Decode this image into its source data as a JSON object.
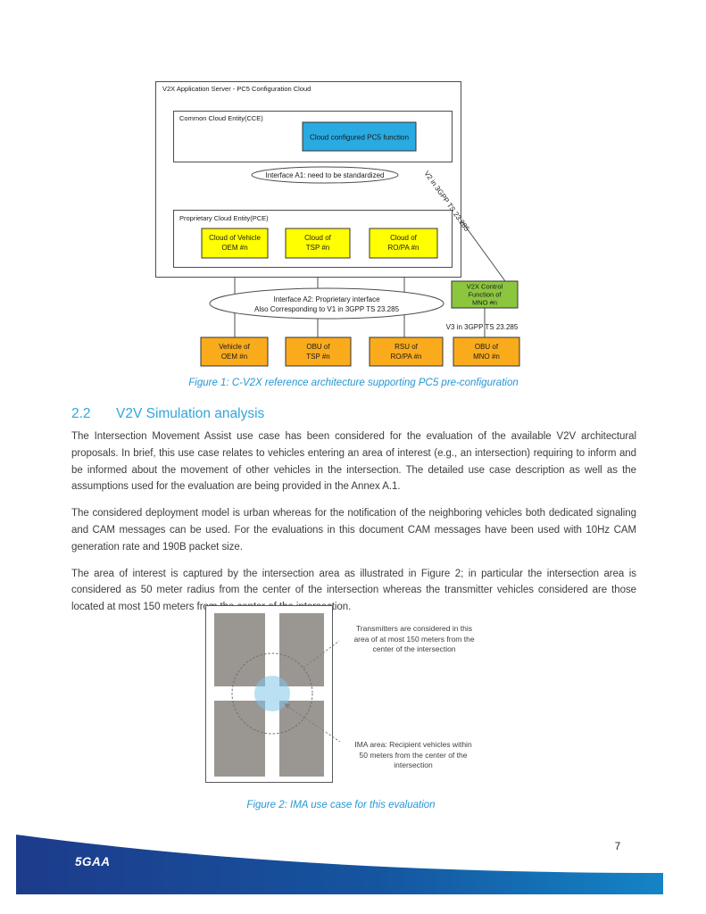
{
  "figure1": {
    "outer_label": "V2X Application Server - PC5 Configuration Cloud",
    "cce_label": "Common Cloud Entity(CCE)",
    "pce_label": "Proprietary Cloud Entity(PCE)",
    "pc5_function_label": "Cloud configured PC5 function",
    "interface_a1": "Interface A1: need to be standardized",
    "interface_a2_line1": "Interface A2: Proprietary interface",
    "interface_a2_line2": "Also Corresponding to V1 in 3GPP TS 23.285",
    "v2_label": "V2 in 3GPP TS 23.285",
    "v3_label": "V3 in 3GPP TS 23.285",
    "cloud_boxes": [
      {
        "line1": "Cloud of Vehicle",
        "line2": "OEM #n"
      },
      {
        "line1": "Cloud of",
        "line2": "TSP #n"
      },
      {
        "line1": "Cloud of",
        "line2": "RO/PA #n"
      }
    ],
    "control_box": {
      "line1": "V2X Control",
      "line2": "Function of",
      "line3": "MNO #n"
    },
    "device_boxes": [
      {
        "line1": "Vehicle of",
        "line2": "OEM #n"
      },
      {
        "line1": "OBU of",
        "line2": "TSP #n"
      },
      {
        "line1": "RSU of",
        "line2": "RO/PA #n"
      },
      {
        "line1": "OBU of",
        "line2": "MNO #n"
      }
    ],
    "caption": "Figure 1: C-V2X reference architecture supporting PC5 pre-configuration"
  },
  "section": {
    "number": "2.2",
    "title": "V2V Simulation analysis",
    "paragraphs": [
      "The Intersection Movement Assist use case has been considered for the evaluation of the available V2V architectural proposals. In brief, this use case relates to vehicles entering an area of interest (e.g., an intersection) requiring to inform and be informed about the movement of other vehicles in the intersection. The detailed use case description as well as the assumptions used for the evaluation are being provided in the Annex A.1.",
      "The considered deployment model is urban whereas for the notification of the neighboring vehicles both dedicated signaling and CAM messages can be used. For the evaluations in this document CAM messages have been used with 10Hz CAM generation rate and 190B packet size.",
      "The area of interest is captured by the intersection area as illustrated in Figure 2; in particular the intersection area is considered as 50 meter radius from the center of the intersection whereas the transmitter vehicles considered are those located at most 150 meters from the center of the intersection."
    ]
  },
  "figure2": {
    "annotation_top": "Transmitters are considered in this\narea of at most 150 meters from the\ncenter of the intersection",
    "annotation_bottom": "IMA area: Recipient vehicles within\n50 meters from the center of the\nintersection",
    "caption": "Figure 2: IMA use case for this evaluation"
  },
  "footer": {
    "brand": "5GAA",
    "page_number": "7"
  },
  "colors": {
    "accent_blue": "#29abe2",
    "heading_blue": "#31a6dc",
    "caption_blue": "#2497d6",
    "box_cyan": "#29abe2",
    "box_yellow": "#ffff00",
    "box_green": "#8cc63f",
    "box_orange": "#faab1c",
    "road_gray": "#9a9692",
    "ima_blue": "#7fc7e9",
    "footer_gradient_left": "#1d3b8b",
    "footer_gradient_right": "#1484c5"
  }
}
